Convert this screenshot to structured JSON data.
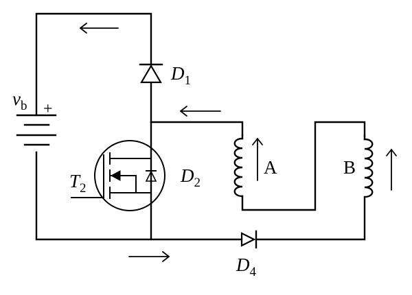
{
  "labels": {
    "vb": {
      "main": "v",
      "sub": "b"
    },
    "plus": "+",
    "d1": {
      "main": "D",
      "sub": "1"
    },
    "t2": {
      "main": "T",
      "sub": "2"
    },
    "d2": {
      "main": "D",
      "sub": "2"
    },
    "a": "A",
    "b": "B",
    "d4": {
      "main": "D",
      "sub": "4"
    }
  }
}
